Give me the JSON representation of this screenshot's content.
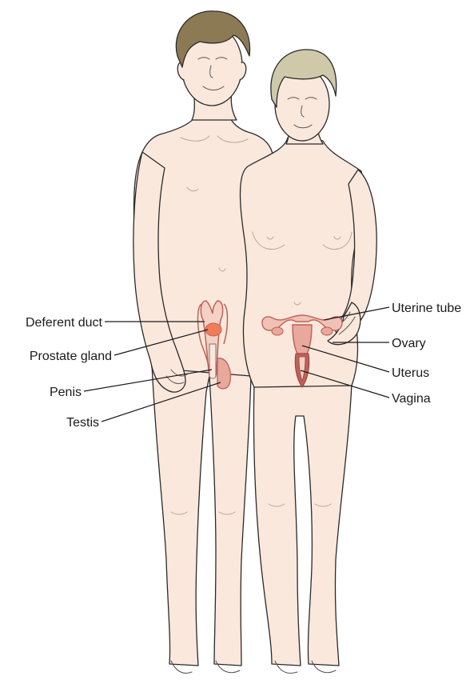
{
  "colors": {
    "skin": "#fae8dc",
    "male_hair": "#8c7a55",
    "female_hair": "#cfc9aa",
    "organ_fill": "#e8a99c",
    "organ_dark": "#c0605a",
    "prostate": "#f07c58",
    "outline": "#2a2a2a"
  },
  "male_labels": {
    "deferent_duct": "Deferent duct",
    "prostate_gland": "Prostate gland",
    "penis": "Penis",
    "testis": "Testis"
  },
  "female_labels": {
    "uterine_tube": "Uterine tube",
    "ovary": "Ovary",
    "uterus": "Uterus",
    "vagina": "Vagina"
  }
}
